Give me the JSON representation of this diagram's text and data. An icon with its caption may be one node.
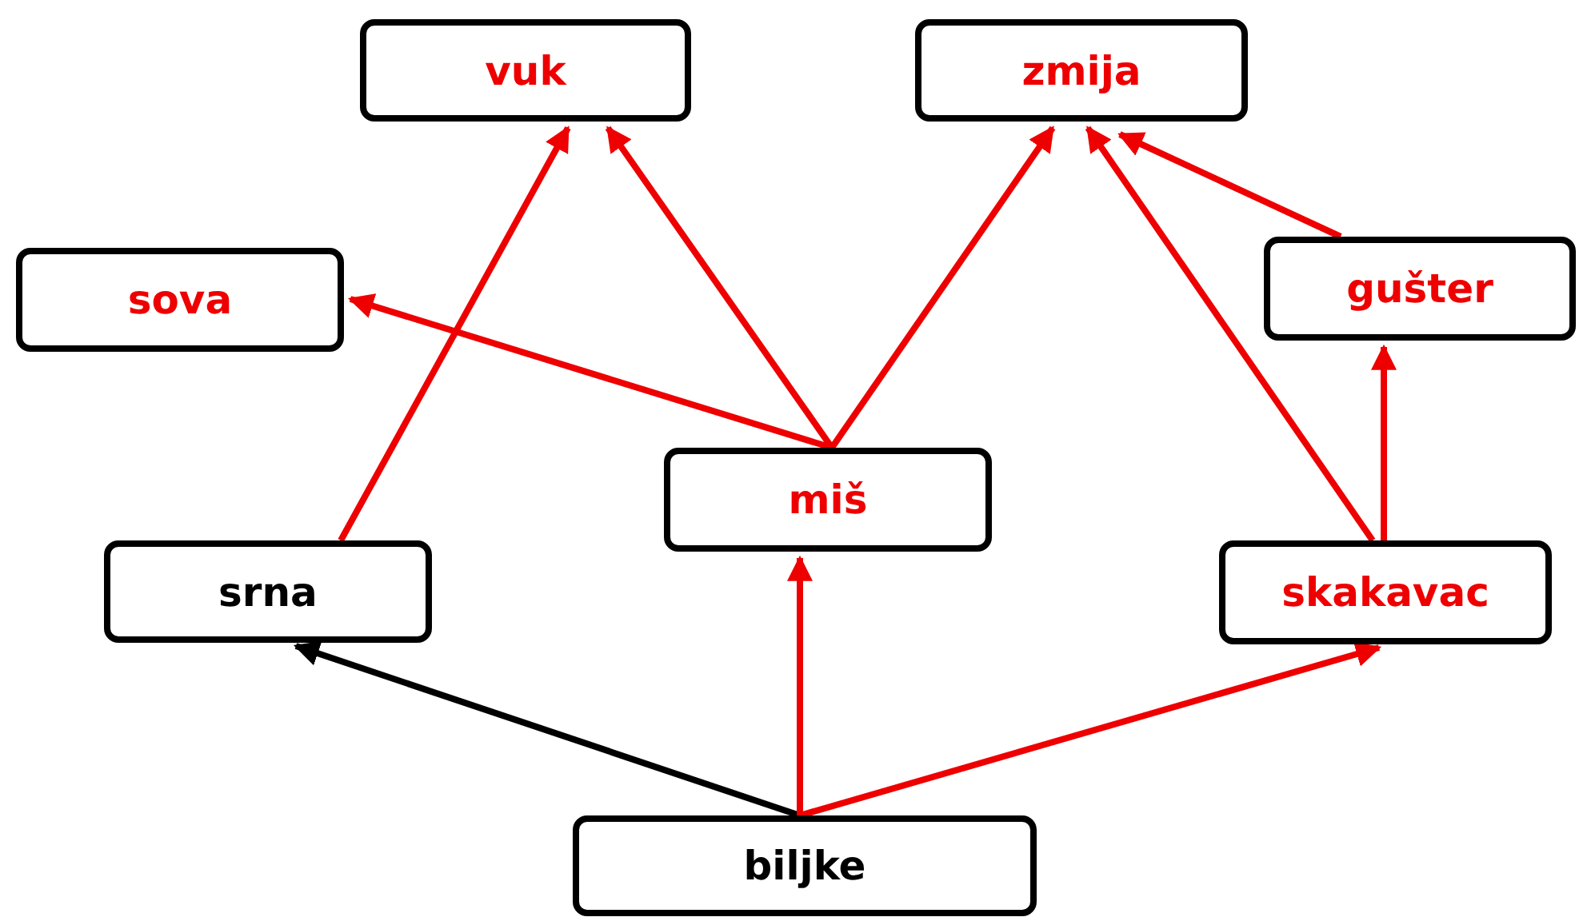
{
  "diagram": {
    "nodes": [
      {
        "text": [
          "vuk"
        ]
      },
      {
        "text": [
          "zmija"
        ]
      },
      {
        "text": [
          "sova"
        ]
      },
      {
        "text": [
          "gušter"
        ]
      },
      {
        "text": [
          "miš"
        ]
      },
      {
        "text": [
          "srna"
        ]
      },
      {
        "text": [
          "skakavac"
        ]
      },
      {
        "text": [
          "biljke"
        ]
      }
    ],
    "edges": [
      {
        "from": 7,
        "to": 5,
        "arrow": "to",
        "color": "#000000"
      },
      {
        "from": 7,
        "to": 4,
        "arrow": "to"
      },
      {
        "from": 7,
        "to": 6,
        "arrow": "to"
      },
      {
        "from": 5,
        "to": 0,
        "arrow": "to"
      },
      {
        "from": 4,
        "to": 0,
        "arrow": "to"
      },
      {
        "from": 4,
        "to": 2,
        "arrow": "to"
      },
      {
        "from": 4,
        "to": 1,
        "arrow": "to"
      },
      {
        "from": 6,
        "to": 1,
        "arrow": "to"
      },
      {
        "from": 6,
        "to": 3,
        "arrow": "to"
      },
      {
        "from": 3,
        "to": 1,
        "arrow": "to"
      }
    ]
  }
}
